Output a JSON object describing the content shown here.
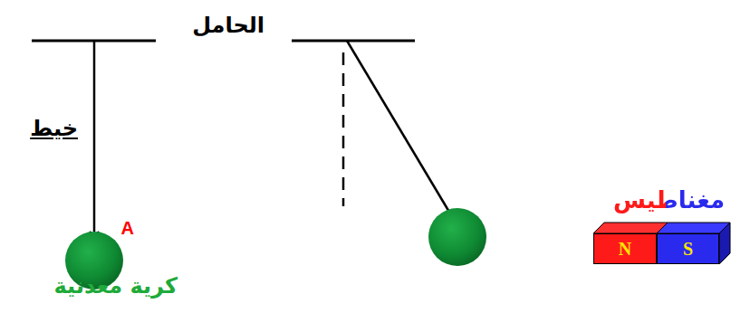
{
  "diagram": {
    "nodes": [
      {
        "text": [
          "N"
        ]
      },
      {
        "text": [
          "S"
        ]
      }
    ],
    "labels": [
      "الحامل",
      "خيط",
      "A",
      "كرية معدنية",
      "مغناطيس"
    ]
  }
}
